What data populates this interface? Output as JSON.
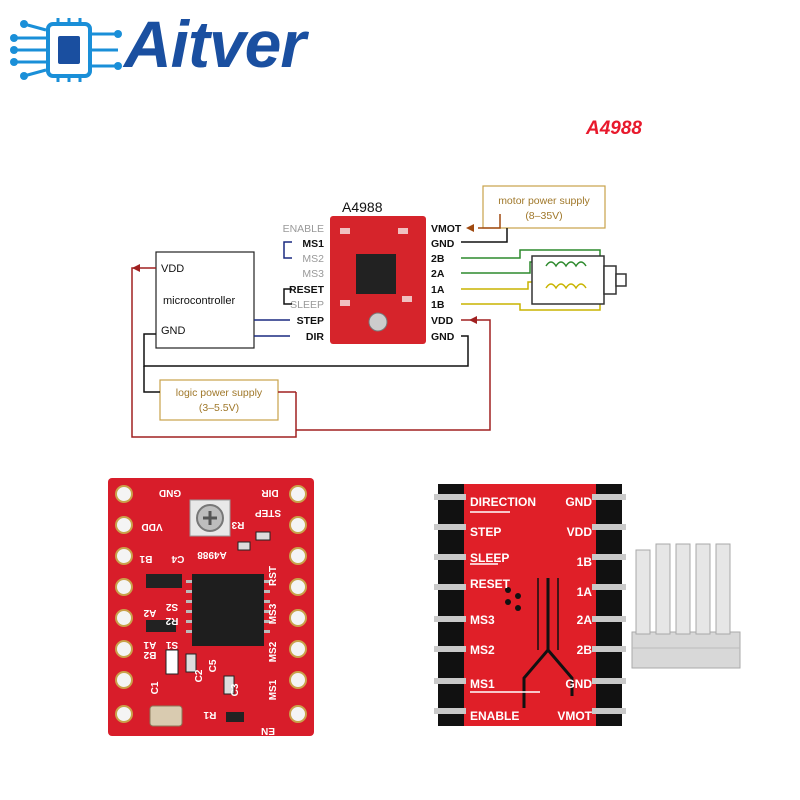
{
  "brand": {
    "name": "Aitver"
  },
  "product_title": "A4988",
  "wiring_diagram": {
    "board_label": "A4988",
    "left_pins": [
      "ENABLE",
      "MS1",
      "MS2",
      "MS3",
      "RESET",
      "SLEEP",
      "STEP",
      "DIR"
    ],
    "right_pins": [
      "VMOT",
      "GND",
      "2B",
      "2A",
      "1A",
      "1B",
      "VDD",
      "GND"
    ],
    "microcontroller": {
      "title": "microcontroller",
      "vdd": "VDD",
      "gnd": "GND"
    },
    "motor_supply": {
      "label": "motor power supply",
      "range": "(8–35V)"
    },
    "logic_supply": {
      "label": "logic power supply",
      "range": "(3–5.5V)"
    },
    "colors": {
      "motor_wire": "#c8a24a",
      "logic_wire": "#a02020",
      "coil_a": "#2d8a2d",
      "coil_b": "#c8b400"
    }
  },
  "board_front": {
    "silkscreen": [
      "GND",
      "DIR",
      "VDD",
      "STEP",
      "B1",
      "A4988",
      "C4",
      "R3",
      "B2",
      "A2",
      "S2",
      "RST",
      "A1",
      "S1",
      "MS3",
      "C2",
      "MS2",
      "MS1",
      "EN",
      "R1",
      "R2",
      "C1",
      "C3",
      "C5"
    ]
  },
  "board_back": {
    "left_labels": [
      "DIRECTION",
      "STEP",
      "SLEEP",
      "RESET",
      "MS3",
      "MS2",
      "MS1",
      "ENABLE"
    ],
    "right_labels": [
      "GND",
      "VDD",
      "1B",
      "1A",
      "2A",
      "2B",
      "GND",
      "VMOT"
    ]
  }
}
